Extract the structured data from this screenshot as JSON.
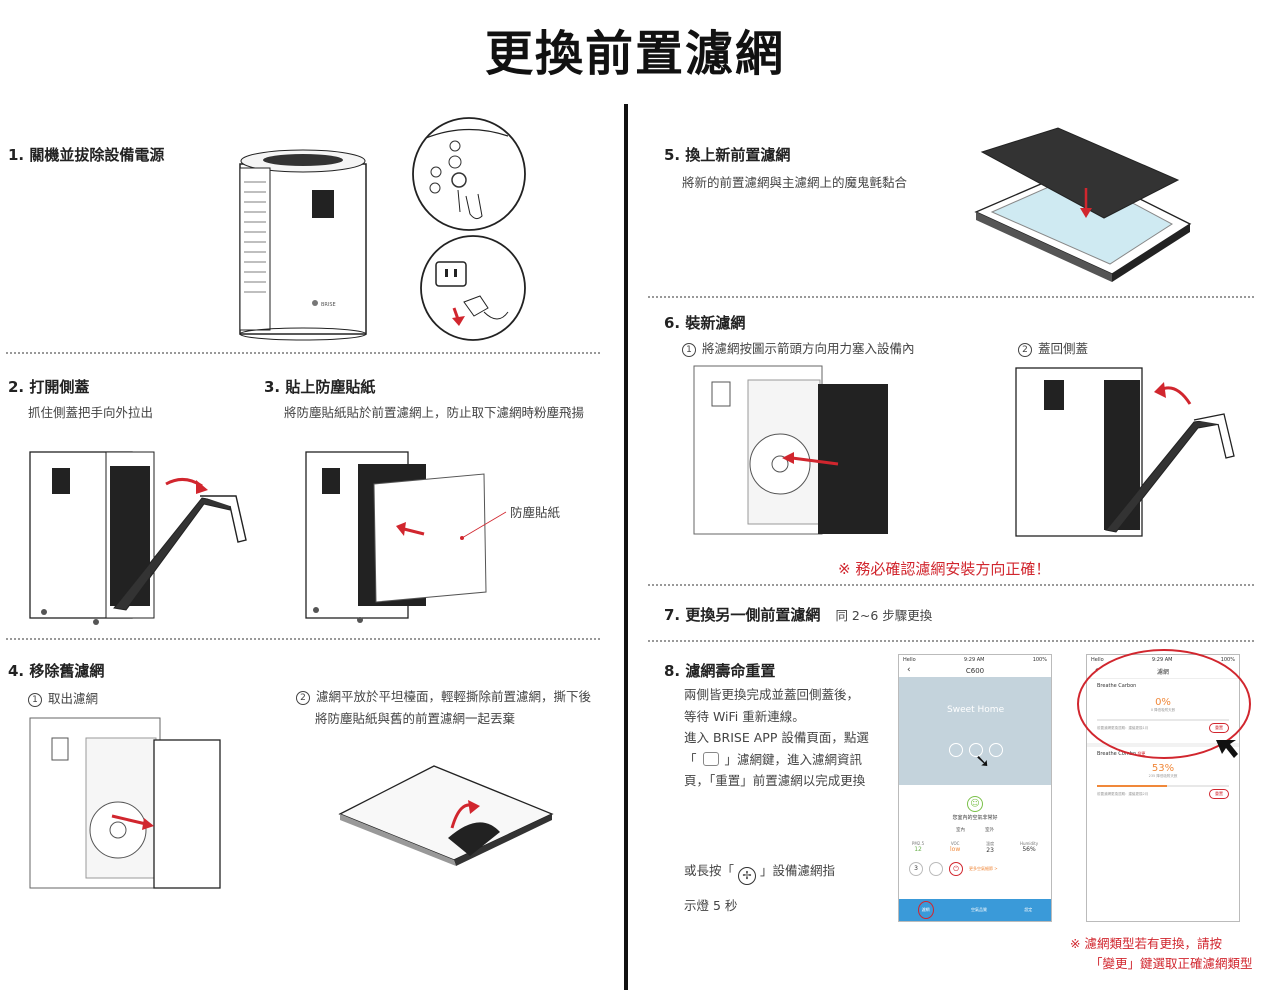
{
  "title": "更換前置濾網",
  "steps": {
    "s1": {
      "heading": "1. 關機並拔除設備電源"
    },
    "s2": {
      "heading": "2. 打開側蓋",
      "desc": "抓住側蓋把手向外拉出"
    },
    "s3": {
      "heading": "3. 貼上防塵貼紙",
      "desc": "將防塵貼紙貼於前置濾網上，防止取下濾網時粉塵飛揚",
      "callout": "防塵貼紙"
    },
    "s4": {
      "heading": "4. 移除舊濾網",
      "sub1_num": "1",
      "sub1": "取出濾網",
      "sub2_num": "2",
      "sub2_line1": "濾網平放於平坦檯面，輕輕撕除前置濾網，撕下後",
      "sub2_line2": "將防塵貼紙與舊的前置濾網一起丟棄"
    },
    "s5": {
      "heading": "5. 換上新前置濾網",
      "desc": "將新的前置濾網與主濾網上的魔鬼氈黏合"
    },
    "s6": {
      "heading": "6. 裝新濾網",
      "sub1_num": "1",
      "sub1": "將濾網按圖示箭頭方向用力塞入設備內",
      "sub2_num": "2",
      "sub2": "蓋回側蓋",
      "warning": "※ 務必確認濾網安裝方向正確！"
    },
    "s7": {
      "heading": "7. 更換另一側前置濾網",
      "note": "同 2~6 步驟更換"
    },
    "s8": {
      "heading": "8. 濾網壽命重置",
      "line1": "兩側皆更換完成並蓋回側蓋後，",
      "line2": "等待 WiFi 重新連線。",
      "line3": "進入 BRISE APP 設備頁面，點選",
      "line4a": "「",
      "line4b": "」濾網鍵，進入濾網資訊",
      "line5": "頁，「重置」前置濾網以完成更換",
      "press_a": "或長按「",
      "press_b": "」設備濾網指",
      "press_c": "示燈 5 秒",
      "note_line1": "※ 濾網類型若有更換，請按",
      "note_line2": "「變更」鍵選取正確濾網類型"
    }
  },
  "device": {
    "logo": "BRISE"
  },
  "phone1": {
    "status_carrier": "Hello",
    "status_time": "9:29 AM",
    "status_battery": "100%",
    "title": "C600",
    "home_label": "Sweet Home",
    "air_msg": "您室內的空氣非常好",
    "tab_in": "室內",
    "tab_out": "室外",
    "metrics": [
      {
        "name": "PM2.5",
        "value": "12"
      },
      {
        "name": "VOC",
        "value": "low"
      },
      {
        "name": "溫度",
        "value": "23"
      },
      {
        "name": "Humidity",
        "value": "56%"
      }
    ],
    "mode_value": "3",
    "more_link": "更多空氣細節 >",
    "bottom_tabs": [
      "濾網",
      "空氣品質",
      "設定"
    ]
  },
  "phone2": {
    "status_carrier": "Hello",
    "status_time": "9:29 AM",
    "status_battery": "100%",
    "title": "濾網",
    "filter1_name": "Breathe Carbon",
    "filter1_pct": "0%",
    "filter1_sub": "0 降低吸附天數",
    "filter1_row": "前置濾網更換週期：建議更換1月",
    "filter1_btn": "重置",
    "filter2_name": "Breathe Combo",
    "filter2_tag": "變更",
    "filter2_pct": "53%",
    "filter2_sub": "235 降低吸附天數",
    "filter2_row": "前置濾網更換週期：建議更換2月",
    "filter2_btn": "重置"
  },
  "colors": {
    "accent_red": "#d1262e",
    "app_blue": "#3a9ad9",
    "app_orange": "#f0883a"
  },
  "filter_progress": {
    "carbon": 0,
    "combo": 0.53
  }
}
